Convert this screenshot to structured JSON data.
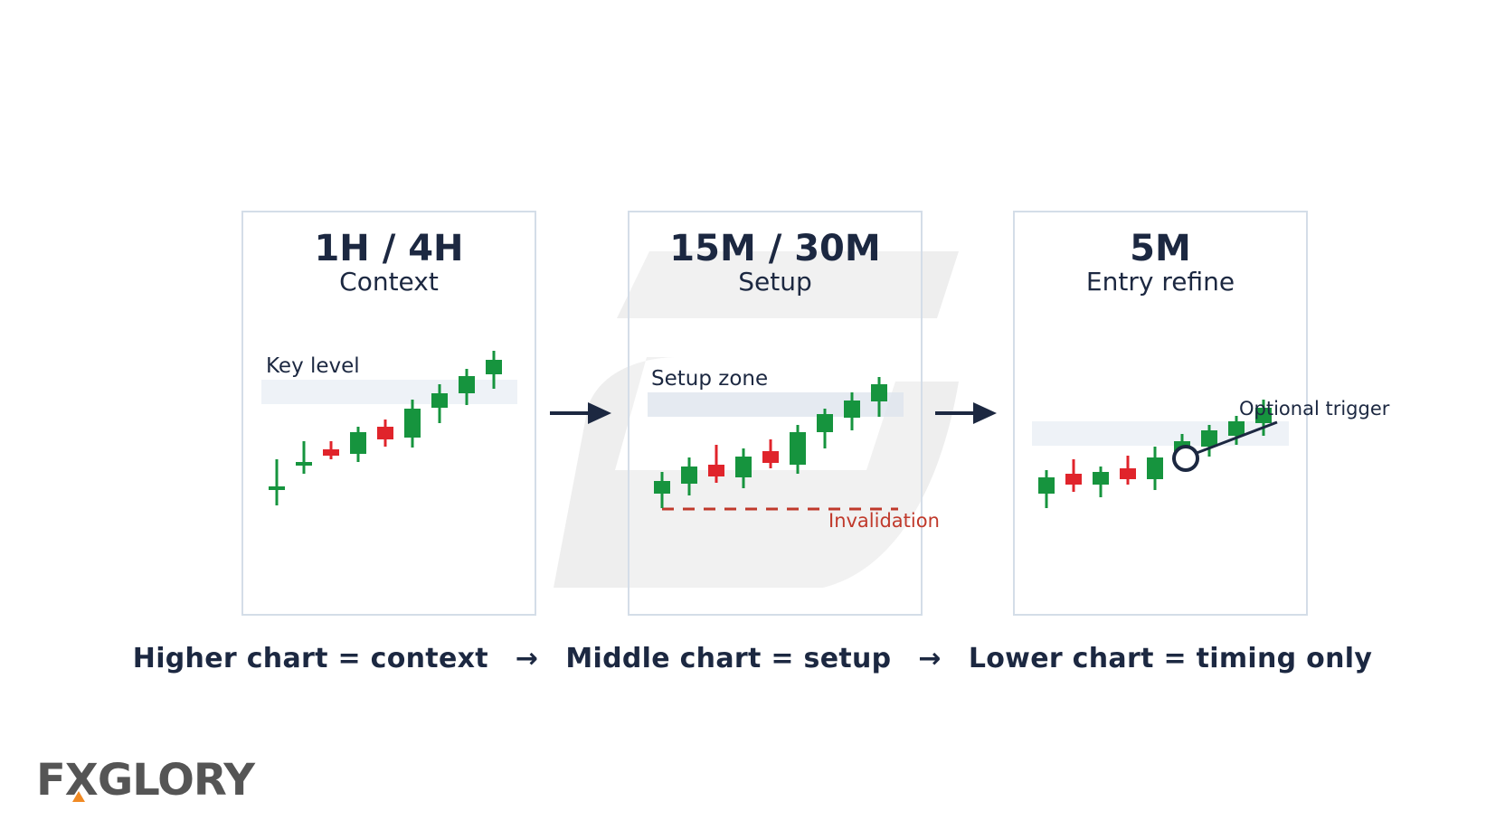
{
  "panels": [
    {
      "title": "1H / 4H",
      "subtitle": "Context",
      "zone_label": "Key level"
    },
    {
      "title": "15M / 30M",
      "subtitle": "Setup",
      "zone_label": "Setup zone",
      "invalidation_label": "Invalidation"
    },
    {
      "title": "5M",
      "subtitle": "Entry refine",
      "trigger_label": "Optional trigger"
    }
  ],
  "footer": {
    "higher": "Higher chart = context",
    "arrow1": "→",
    "middle": "Middle chart = setup",
    "arrow2": "→",
    "lower": "Lower chart = timing only"
  },
  "logo": {
    "text": "FXGLORY",
    "part1": "F",
    "part2": "X",
    "part3": "GLORY"
  },
  "colors": {
    "bull": "#16943e",
    "bear": "#e0242b",
    "text": "#1c2841",
    "panel_border": "#d4dde8",
    "zone": "#eef2f7",
    "invalidation": "#c0392b",
    "logo_gray": "#555555",
    "logo_accent": "#f08a24",
    "watermark": "#eeeeee"
  },
  "icons": {
    "flow_arrow": "right-arrow-icon",
    "trigger_marker": "circle-marker-icon",
    "watermark": "g-logo-watermark-icon"
  },
  "candles": {
    "context": [
      {
        "dir": "bull"
      },
      {
        "dir": "bull"
      },
      {
        "dir": "bear"
      },
      {
        "dir": "bull"
      },
      {
        "dir": "bear"
      },
      {
        "dir": "bull"
      },
      {
        "dir": "bull"
      },
      {
        "dir": "bull"
      },
      {
        "dir": "bull"
      }
    ],
    "setup": [
      {
        "dir": "bull"
      },
      {
        "dir": "bull"
      },
      {
        "dir": "bear"
      },
      {
        "dir": "bull"
      },
      {
        "dir": "bear"
      },
      {
        "dir": "bull"
      },
      {
        "dir": "bull"
      },
      {
        "dir": "bull"
      },
      {
        "dir": "bull"
      }
    ],
    "entry": [
      {
        "dir": "bull"
      },
      {
        "dir": "bear"
      },
      {
        "dir": "bull"
      },
      {
        "dir": "bear"
      },
      {
        "dir": "bull"
      },
      {
        "dir": "bull"
      },
      {
        "dir": "bull"
      },
      {
        "dir": "bull"
      },
      {
        "dir": "bull"
      }
    ]
  }
}
